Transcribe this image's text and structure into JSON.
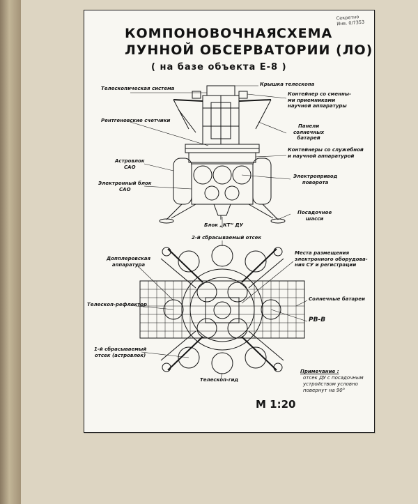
{
  "stamp": {
    "line1": "Секретно",
    "line2": "Инв. 0/7353"
  },
  "title": {
    "line1": "КОМПОНОВОЧНАЯ",
    "line1b": "СХЕМА",
    "line2": "ЛУННОЙ ОБСЕРВАТОРИИ (ЛО)",
    "subtitle": "( на базе объекта Е-8 )"
  },
  "labels": {
    "telescope_system": "Телескопическая система",
    "telescope_cover": "Крышка телескопа",
    "containers_1": "Контейнер со сменны-",
    "containers_2": "ми приемниками",
    "containers_3": "научной аппаратуры",
    "xray_counters": "Рентгеновские счетчики",
    "solar_panels_1": "Панели",
    "solar_panels_2": "солнечных",
    "solar_panels_3": "батарей",
    "service_containers_1": "Контейнеры со служебной",
    "service_containers_2": "и научной аппаратурой",
    "star_tracker_1": "Астровлок",
    "star_tracker_2": "САО",
    "electronics_1": "Электронный блок",
    "electronics_2": "САО",
    "rotation_drive_1": "Электропривод",
    "rotation_drive_2": "поворота",
    "landing_gear_1": "Посадочное",
    "landing_gear_2": "шасси",
    "kt_block": "Блок „КТ“ ДУ",
    "second_compartment": "2-й сбрасываемый отсек",
    "doppler_1": "Допплеровская",
    "doppler_2": "аппаратура",
    "placement_1": "Места размещения",
    "placement_2": "электронного оборудова-",
    "placement_3": "ния СУ и регистрации",
    "reflector": "Телескоп-рефлектор",
    "solar_batteries": "Солнечные батареи",
    "rvv": "РВ-В",
    "first_compartment_1": "1-й сбрасываемый",
    "first_compartment_2": "отсек (астровлок)",
    "guide_telescope": "Телескоп-гид"
  },
  "scale": "М 1:20",
  "note": {
    "heading": "Примечание :",
    "line1": "отсек ДУ с посадочным",
    "line2": "устройством условно",
    "line3": "повернут на 90°"
  }
}
